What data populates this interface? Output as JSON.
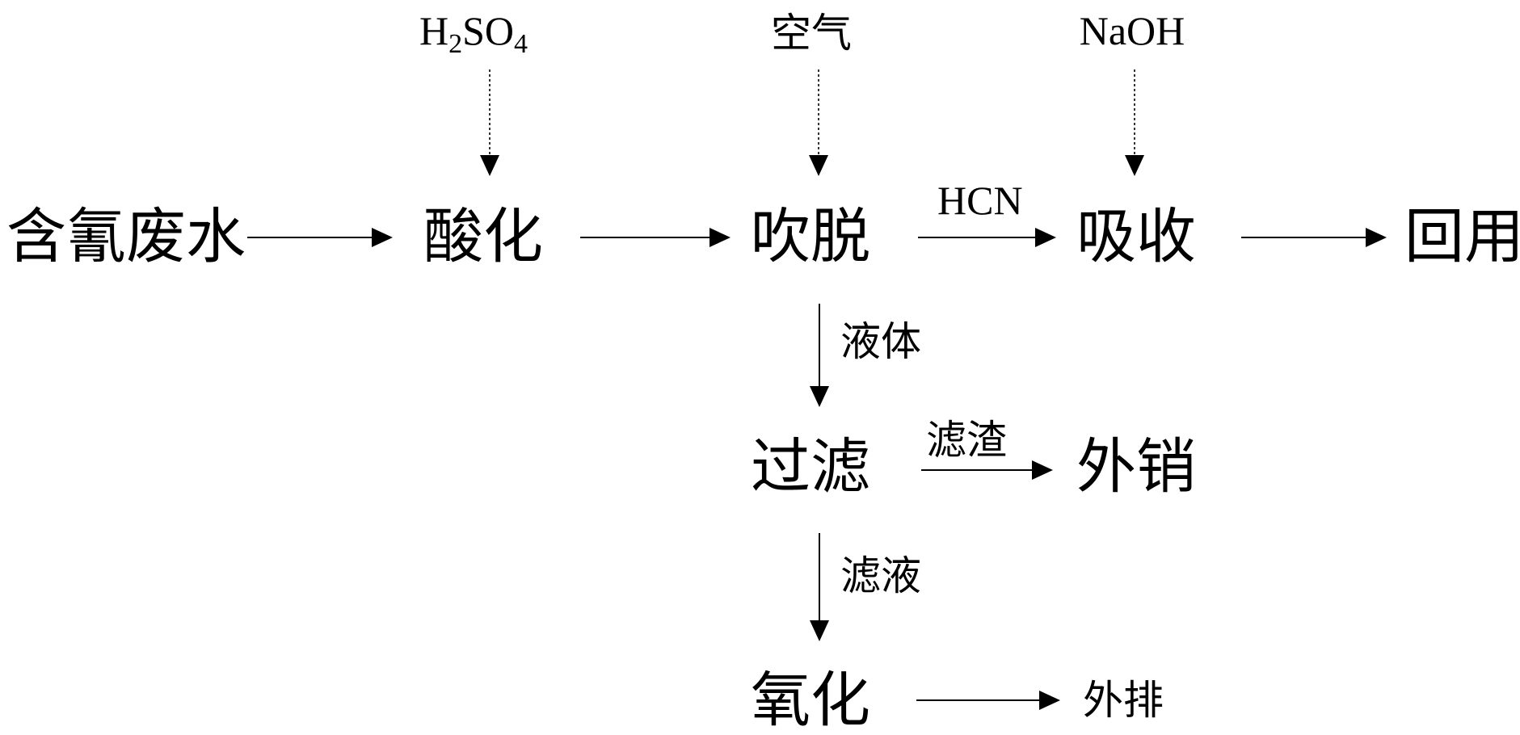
{
  "nodes": {
    "feed": "含氰废水",
    "acidify": "酸化",
    "strip": "吹脱",
    "absorb": "吸收",
    "reuse": "回用",
    "filter": "过滤",
    "sell": "外销",
    "oxidize": "氧化",
    "discharge": "外排"
  },
  "reagents": {
    "acid_main": "H",
    "acid_sub1": "2",
    "acid_mid": "SO",
    "acid_sub2": "4",
    "air": "空气",
    "base": "NaOH"
  },
  "edge_labels": {
    "strip_to_absorb": "HCN",
    "strip_to_filter": "液体",
    "filter_to_sell": "滤渣",
    "filter_to_oxidize": "滤液"
  }
}
